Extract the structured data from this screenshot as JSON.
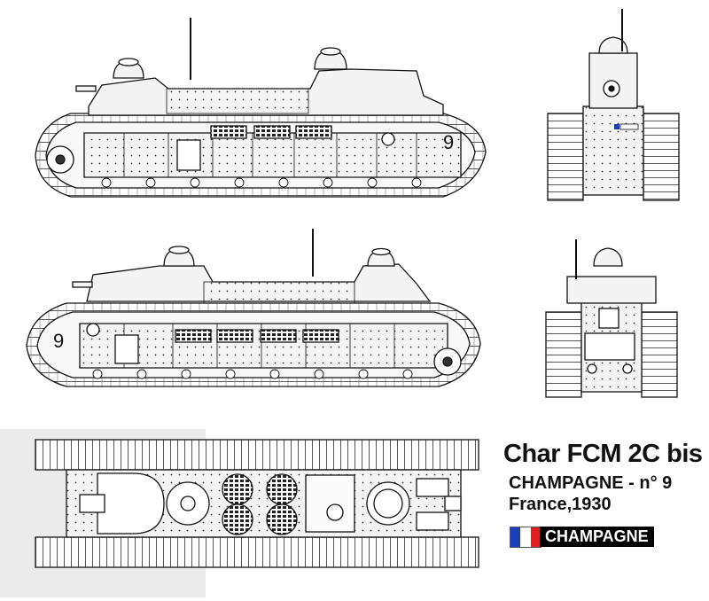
{
  "title": "Char FCM 2C bis",
  "subtitle": "CHAMPAGNE - n° 9",
  "origin": "France,1930",
  "hull_number": "9",
  "name_badge": "CHAMPAGNE",
  "flag_icon": "french-flag-icon",
  "colors": {
    "line": "#111111",
    "hull_fill": "#f4f4f4",
    "flag_blue": "#1a3fb8",
    "flag_white": "#ffffff",
    "flag_red": "#e0201c",
    "badge_bg": "#000000",
    "badge_text": "#ffffff"
  },
  "views": [
    "side-view-left",
    "side-view-right",
    "front-view",
    "rear-view",
    "top-view"
  ]
}
